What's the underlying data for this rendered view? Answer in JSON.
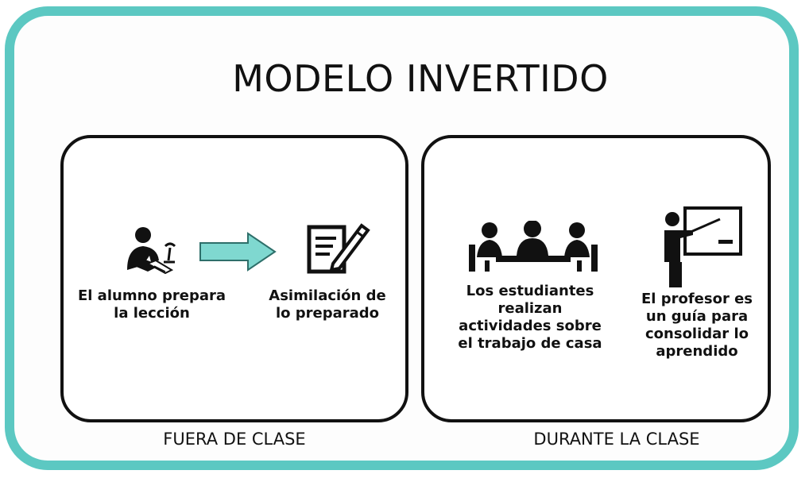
{
  "title": "MODELO INVERTIDO",
  "panels": {
    "fuera": {
      "label": "FUERA DE CLASE",
      "step1": "El alumno prepara\nla lección",
      "step2": "Asimilación de\nlo preparado"
    },
    "durante": {
      "label": "DURANTE LA CLASE",
      "step1": "Los estudiantes\nrealizan\nactividades sobre\nel trabajo de casa",
      "step2": "El profesor es\nun guía para\nconsolidar lo\naprendido"
    }
  },
  "colors": {
    "frame": "#5cc8c2",
    "arrow": "#7fd8d0",
    "ink": "#111111"
  }
}
